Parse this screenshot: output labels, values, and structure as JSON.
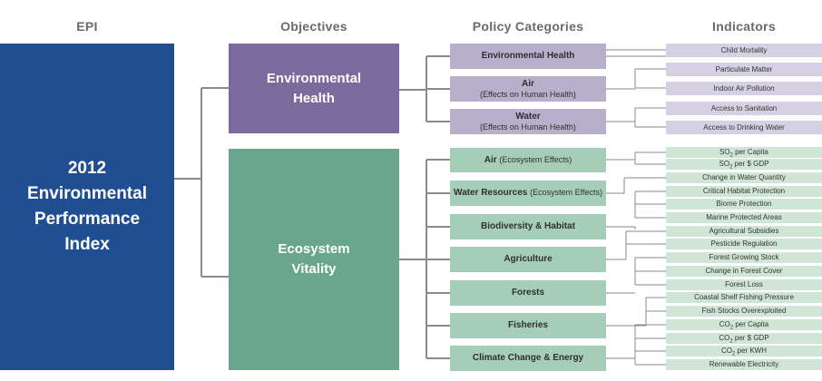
{
  "headers": {
    "epi": "EPI",
    "objectives": "Objectives",
    "policy_categories": "Policy Categories",
    "indicators": "Indicators"
  },
  "epi": {
    "line1": "2012",
    "line2": "Environmental",
    "line3": "Performance",
    "line4": "Index"
  },
  "objectives": {
    "environmental_health": {
      "line1": "Environmental",
      "line2": "Health"
    },
    "ecosystem_vitality": {
      "line1": "Ecosystem",
      "line2": "Vitality"
    }
  },
  "categories": {
    "env_health": {
      "label": "Environmental Health"
    },
    "air_human": {
      "label": "Air",
      "sub": "(Effects on Human Health)"
    },
    "water_human": {
      "label": "Water",
      "sub": "(Effects on Human Health)"
    },
    "air_eco": {
      "label": "Air",
      "sub": "(Ecosystem Effects)"
    },
    "water_resources": {
      "label": "Water Resources",
      "sub": "(Ecosystem Effects)"
    },
    "biodiversity": {
      "label": "Biodiversity & Habitat"
    },
    "agriculture": {
      "label": "Agriculture"
    },
    "forests": {
      "label": "Forests"
    },
    "fisheries": {
      "label": "Fisheries"
    },
    "climate": {
      "label": "Climate Change & Energy"
    }
  },
  "indicators": {
    "child_mortality": "Child Mortality",
    "particulate_matter": "Particulate Matter",
    "indoor_air_pollution": "Indoor Air Pollution",
    "access_sanitation": "Access to Sanitation",
    "access_drinking_water": "Access to Drinking Water",
    "so2_per_capita": {
      "pre": "SO",
      "sub": "2",
      "post": " per Capita"
    },
    "so2_per_gdp": {
      "pre": "SO",
      "sub": "2",
      "post": " per $ GDP"
    },
    "change_water_quantity": "Change in Water Quantity",
    "critical_habitat": "Critical Habitat Protection",
    "biome_protection": "Biome Protection",
    "marine_protected": "Marine Protected Areas",
    "agricultural_subsidies": "Agricultural Subsidies",
    "pesticide_regulation": "Pesticide Regulation",
    "forest_growing_stock": "Forest Growing Stock",
    "change_forest_cover": "Change in Forest Cover",
    "forest_loss": "Forest Loss",
    "coastal_shelf": "Coastal Shelf Fishing Pressure",
    "fish_stocks": "Fish Stocks Overexploited",
    "co2_per_capita": {
      "pre": "CO",
      "sub": "2",
      "post": " per Capita"
    },
    "co2_per_gdp": {
      "pre": "CO",
      "sub": "2",
      "post": " per $ GDP"
    },
    "co2_per_kwh": {
      "pre": "CO",
      "sub": "2",
      "post": " per KWH"
    },
    "renewable_electricity": "Renewable Electricity"
  },
  "colors": {
    "epi": "#1f4f92",
    "environmental_health": "#7b6a9c",
    "ecosystem_vitality": "#6aa58e",
    "category_health": "#b8afcc",
    "category_ecosystem": "#a6cdb8",
    "indicator_health": "#d6d0e3",
    "indicator_ecosystem": "#cfe6d7",
    "connector": "#8a8a8a"
  }
}
